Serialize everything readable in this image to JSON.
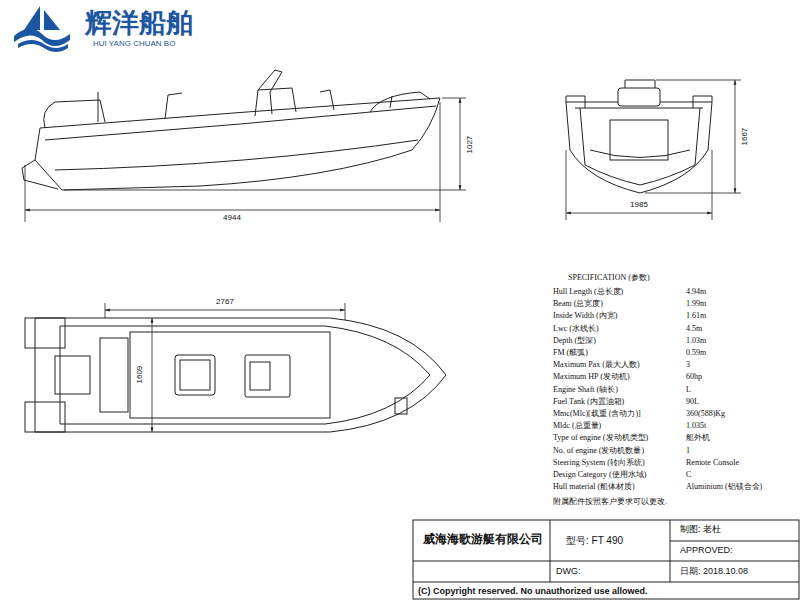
{
  "diagram": {
    "labels": [
      "辉洋船舶",
      "HUI YANG CHUAN BO",
      "4944",
      "1027",
      "1667",
      "1985",
      "2767",
      "1609",
      "SPECIFICATION (参数)",
      "Hull Length (总长度)",
      "4.94m",
      "Beam (总宽度)",
      "1.99m",
      "Inside Width (内宽)",
      "1.61m",
      "Lwc (水线长)",
      "4.5m",
      "Depth (型深)",
      "1.03m",
      "FM (舷弧)",
      "0.59m",
      "Maximum Pax (最大人数)",
      "3",
      "Maximum HP (发动机)",
      "60hp",
      "Engine Shaft (轴长)",
      "L",
      "Fuel Tank (内置油箱)",
      "90L",
      "Mmc(Mlc)[载重 (含动力)]",
      "360(588)Kg",
      "Mldc (总重量)",
      "1.035t",
      "Type of engine (发动机类型)",
      "船外机",
      "No. of engine (发动机数量)",
      "1",
      "Steering System (转向系统)",
      "Remote Console",
      "Design Category (使用水域)",
      "C",
      "Hull material (船体材质)",
      "Aluminium (铝镁合金)",
      "附属配件按照客户要求可以更改.",
      "威海海歌游艇有限公司",
      "型号: FT 490",
      "制图: 老杜",
      "APPROVED:",
      "DWG:",
      "日期: 2018.10.08",
      "(C) Copyright reserved. No unauthorized use allowed."
    ]
  }
}
